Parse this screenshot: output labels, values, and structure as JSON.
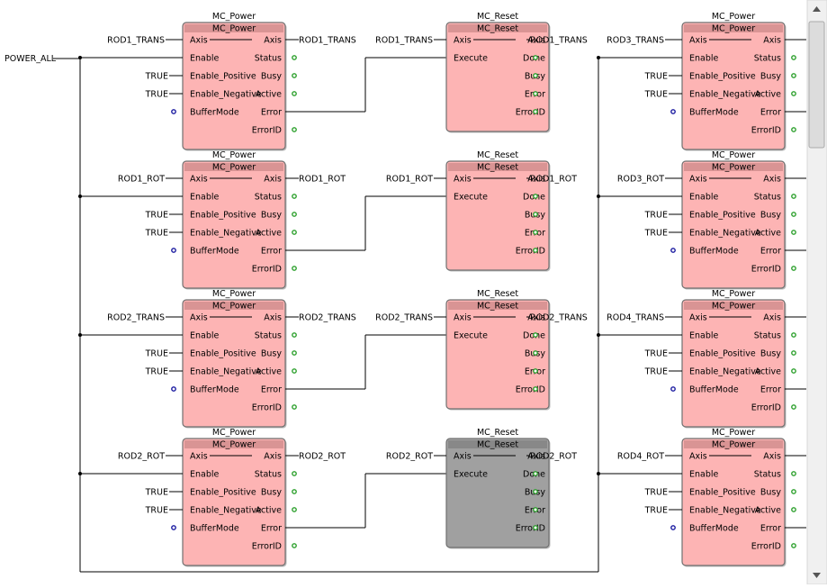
{
  "main_input": "POWER_ALL",
  "colors": {
    "block_fill": "#fdb4b4",
    "block_header": "#d99494",
    "block_fill_disabled": "#a0a0a0",
    "block_header_disabled": "#888888",
    "block_border": "#707070",
    "wire": "#000000",
    "output_dot": "#2ca02c",
    "input_dot": "#1a1aa0",
    "scrollbar": "#f0f0f0"
  },
  "power_block": {
    "type_label": "MC_Power",
    "instance_label": "MC_Power",
    "inputs": [
      "Axis",
      "Enable",
      "Enable_Positive",
      "Enable_Negative",
      "BufferMode"
    ],
    "outputs": [
      "Axis",
      "Status",
      "Busy",
      "Active",
      "Error",
      "ErrorID"
    ],
    "const_value": "TRUE"
  },
  "reset_block": {
    "type_label": "MC_Reset",
    "instance_label": "MC_Reset",
    "inputs": [
      "Axis",
      "Execute"
    ],
    "outputs": [
      "Axis",
      "Done",
      "Busy",
      "Error",
      "ErrorID"
    ]
  },
  "rows": [
    {
      "left_axis": "ROD1_TRANS",
      "right_axis": "ROD3_TRANS",
      "reset_disabled": false
    },
    {
      "left_axis": "ROD1_ROT",
      "right_axis": "ROD3_ROT",
      "reset_disabled": false
    },
    {
      "left_axis": "ROD2_TRANS",
      "right_axis": "ROD4_TRANS",
      "reset_disabled": false
    },
    {
      "left_axis": "ROD2_ROT",
      "right_axis": "ROD4_ROT",
      "reset_disabled": true
    }
  ]
}
